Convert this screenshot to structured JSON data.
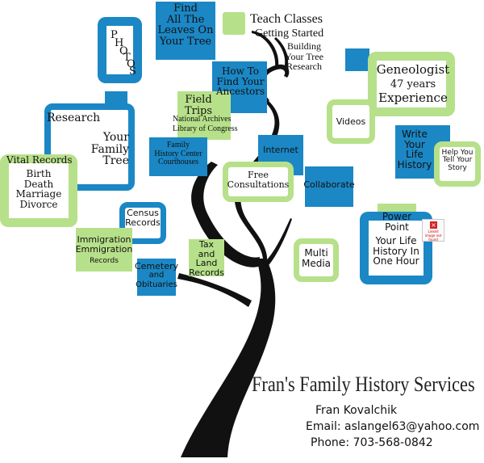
{
  "graphic": {
    "colors": {
      "blue": "#1b87c5",
      "green": "#b7e08a",
      "trunk": "#111111"
    },
    "labels": {
      "find_leaves": "Find\nAll The\nLeaves On\nYour Tree",
      "photos": [
        "P",
        "H",
        "O",
        "T",
        "O",
        "S"
      ],
      "teach_classes": "Teach Classes",
      "getting_started": "Getting Started",
      "building_tree": "Building\nYour Tree\nResearch",
      "how_to_find": "How To\nFind Your\nAncestors",
      "geneologist": "Geneologist",
      "years": "47 years",
      "experience": "Experience",
      "research": "Research",
      "your_family_tree": "Your\nFamily\nTree",
      "field_trips": "Field\nTrips",
      "national_archives": "National Archives",
      "library_of_congress": "Library of Congress",
      "videos": "Videos",
      "write_life_history": "Write\nYour\nLife\nHistory",
      "help_tell_story": "Help You\nTell Your\nStory",
      "vital_records": "Vital Records",
      "birth_death": "Birth\nDeath\nMarriage\nDivorce",
      "family_history_center": "Family\nHistory Center\nCourthouses",
      "internet": "Internet",
      "free_consultations": "Free\nConsultations",
      "collaborate": "Collaborate",
      "census_records": "Census\nRecords",
      "power_point": "Power\nPoint",
      "your_life_history": "Your Life\nHistory In\nOne Hour",
      "immigration": "Immigration\nEmmigration",
      "records": "Records",
      "tax_land_records": "Tax\nand\nLand\nRecords",
      "multi_media": "Multi\nMedia",
      "cemetery": "Cemetery",
      "and": "and",
      "obituaries": "Obituaries"
    },
    "broken_image": {
      "icon": "broken-image-icon",
      "text": "Linked image not found"
    }
  },
  "business": {
    "name": "Fran's Family History Services",
    "owner": "Fran Kovalchik",
    "email": "Email: aslangel63@yahoo.com",
    "phone": "Phone: 703-568-0842"
  }
}
